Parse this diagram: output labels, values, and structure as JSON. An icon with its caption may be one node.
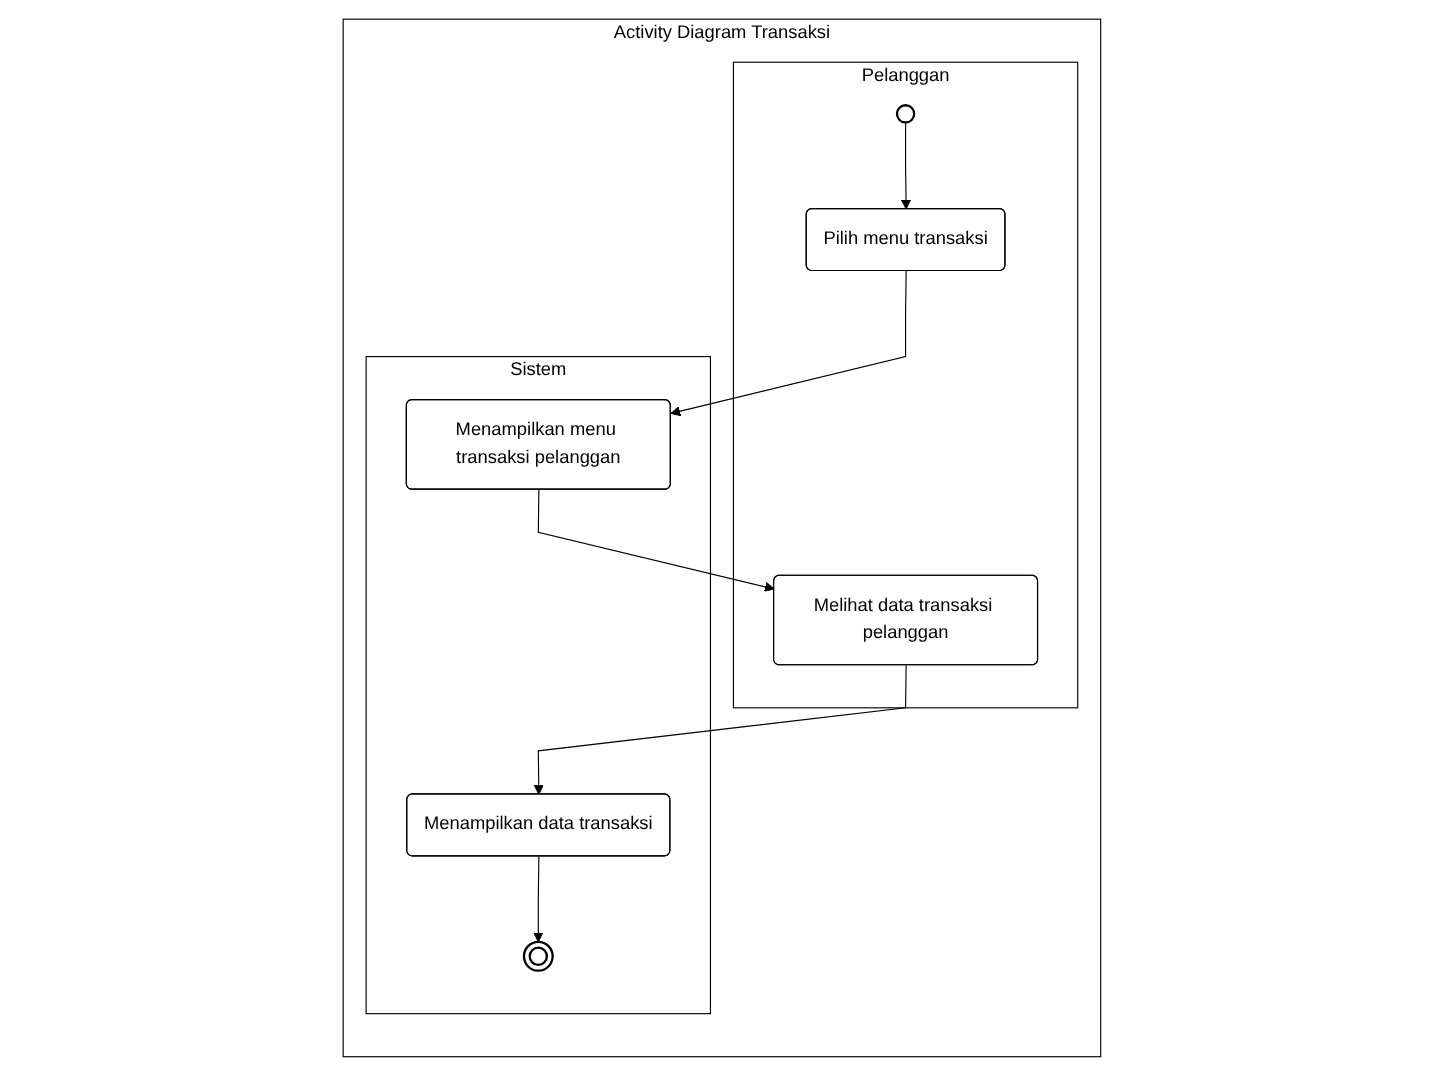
{
  "diagram": {
    "nodes": [
      {
        "text": [
          "Activity Diagram Transaksi"
        ]
      },
      {
        "text": [
          "Pelanggan"
        ],
        "in": 0
      },
      {
        "text": [],
        "shape": "circle",
        "in": 1
      },
      {
        "text": [
          "Pilih menu transaksi"
        ],
        "in": 1
      },
      {
        "text": [
          "Melihat data transaksi pelanggan"
        ],
        "in": 1
      },
      {
        "text": [
          "Sistem"
        ],
        "in": 0
      },
      {
        "text": [
          "Menampilkan menu transaksi pelanggan"
        ],
        "in": 5
      },
      {
        "text": [
          "Menampilkan data transaksi"
        ],
        "in": 5
      },
      {
        "text": [],
        "shape": "doublecircle",
        "in": 5
      }
    ],
    "edges": [
      {
        "from": 2,
        "to": 3,
        "arrow": "to"
      },
      {
        "from": 3,
        "to": 6,
        "arrow": "to"
      },
      {
        "from": 6,
        "to": 4,
        "arrow": "to"
      },
      {
        "from": 4,
        "to": 7,
        "arrow": "to"
      },
      {
        "from": 7,
        "to": 8,
        "arrow": "to"
      }
    ]
  }
}
